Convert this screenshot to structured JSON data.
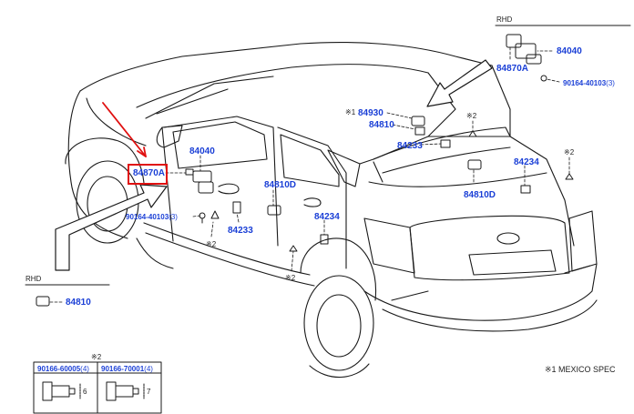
{
  "labels": {
    "p84040_main": "84040",
    "p84870A_main": "84870A",
    "p90164_main": "90164-40103",
    "p90164_main_qty": "(3)",
    "p84233_main": "84233",
    "p84810D_main": "84810D",
    "p84234_main": "84234",
    "p84930": "84930",
    "p84810_top": "84810",
    "p84233_rear": "84233",
    "p84810D_rear": "84810D",
    "p84234_rear": "84234",
    "p84040_rhd": "84040",
    "p84870A_rhd": "84870A",
    "p90164_rhd": "90164-40103",
    "p90164_rhd_qty": "(3)",
    "p84810_rhd": "84810"
  },
  "notes": {
    "rhd_top": "RHD",
    "rhd_left": "RHD",
    "mark1_84930": "※1",
    "mark2_main": "※2",
    "mark2_rear_top": "※2",
    "mark2_rear_right": "※2",
    "mark2_lower": "※2",
    "mark2_box": "※2",
    "mexico_spec": "※1 MEXICO SPEC"
  },
  "clip_box": {
    "p1": "90166-60005",
    "p1_qty": "(4)",
    "p1_dim": "6",
    "p2": "90166-70001",
    "p2_qty": "(4)",
    "p2_dim": "7"
  },
  "colors": {
    "part_label": "#1a3fd6",
    "highlight": "#e01010",
    "line": "#1a1a1a"
  }
}
